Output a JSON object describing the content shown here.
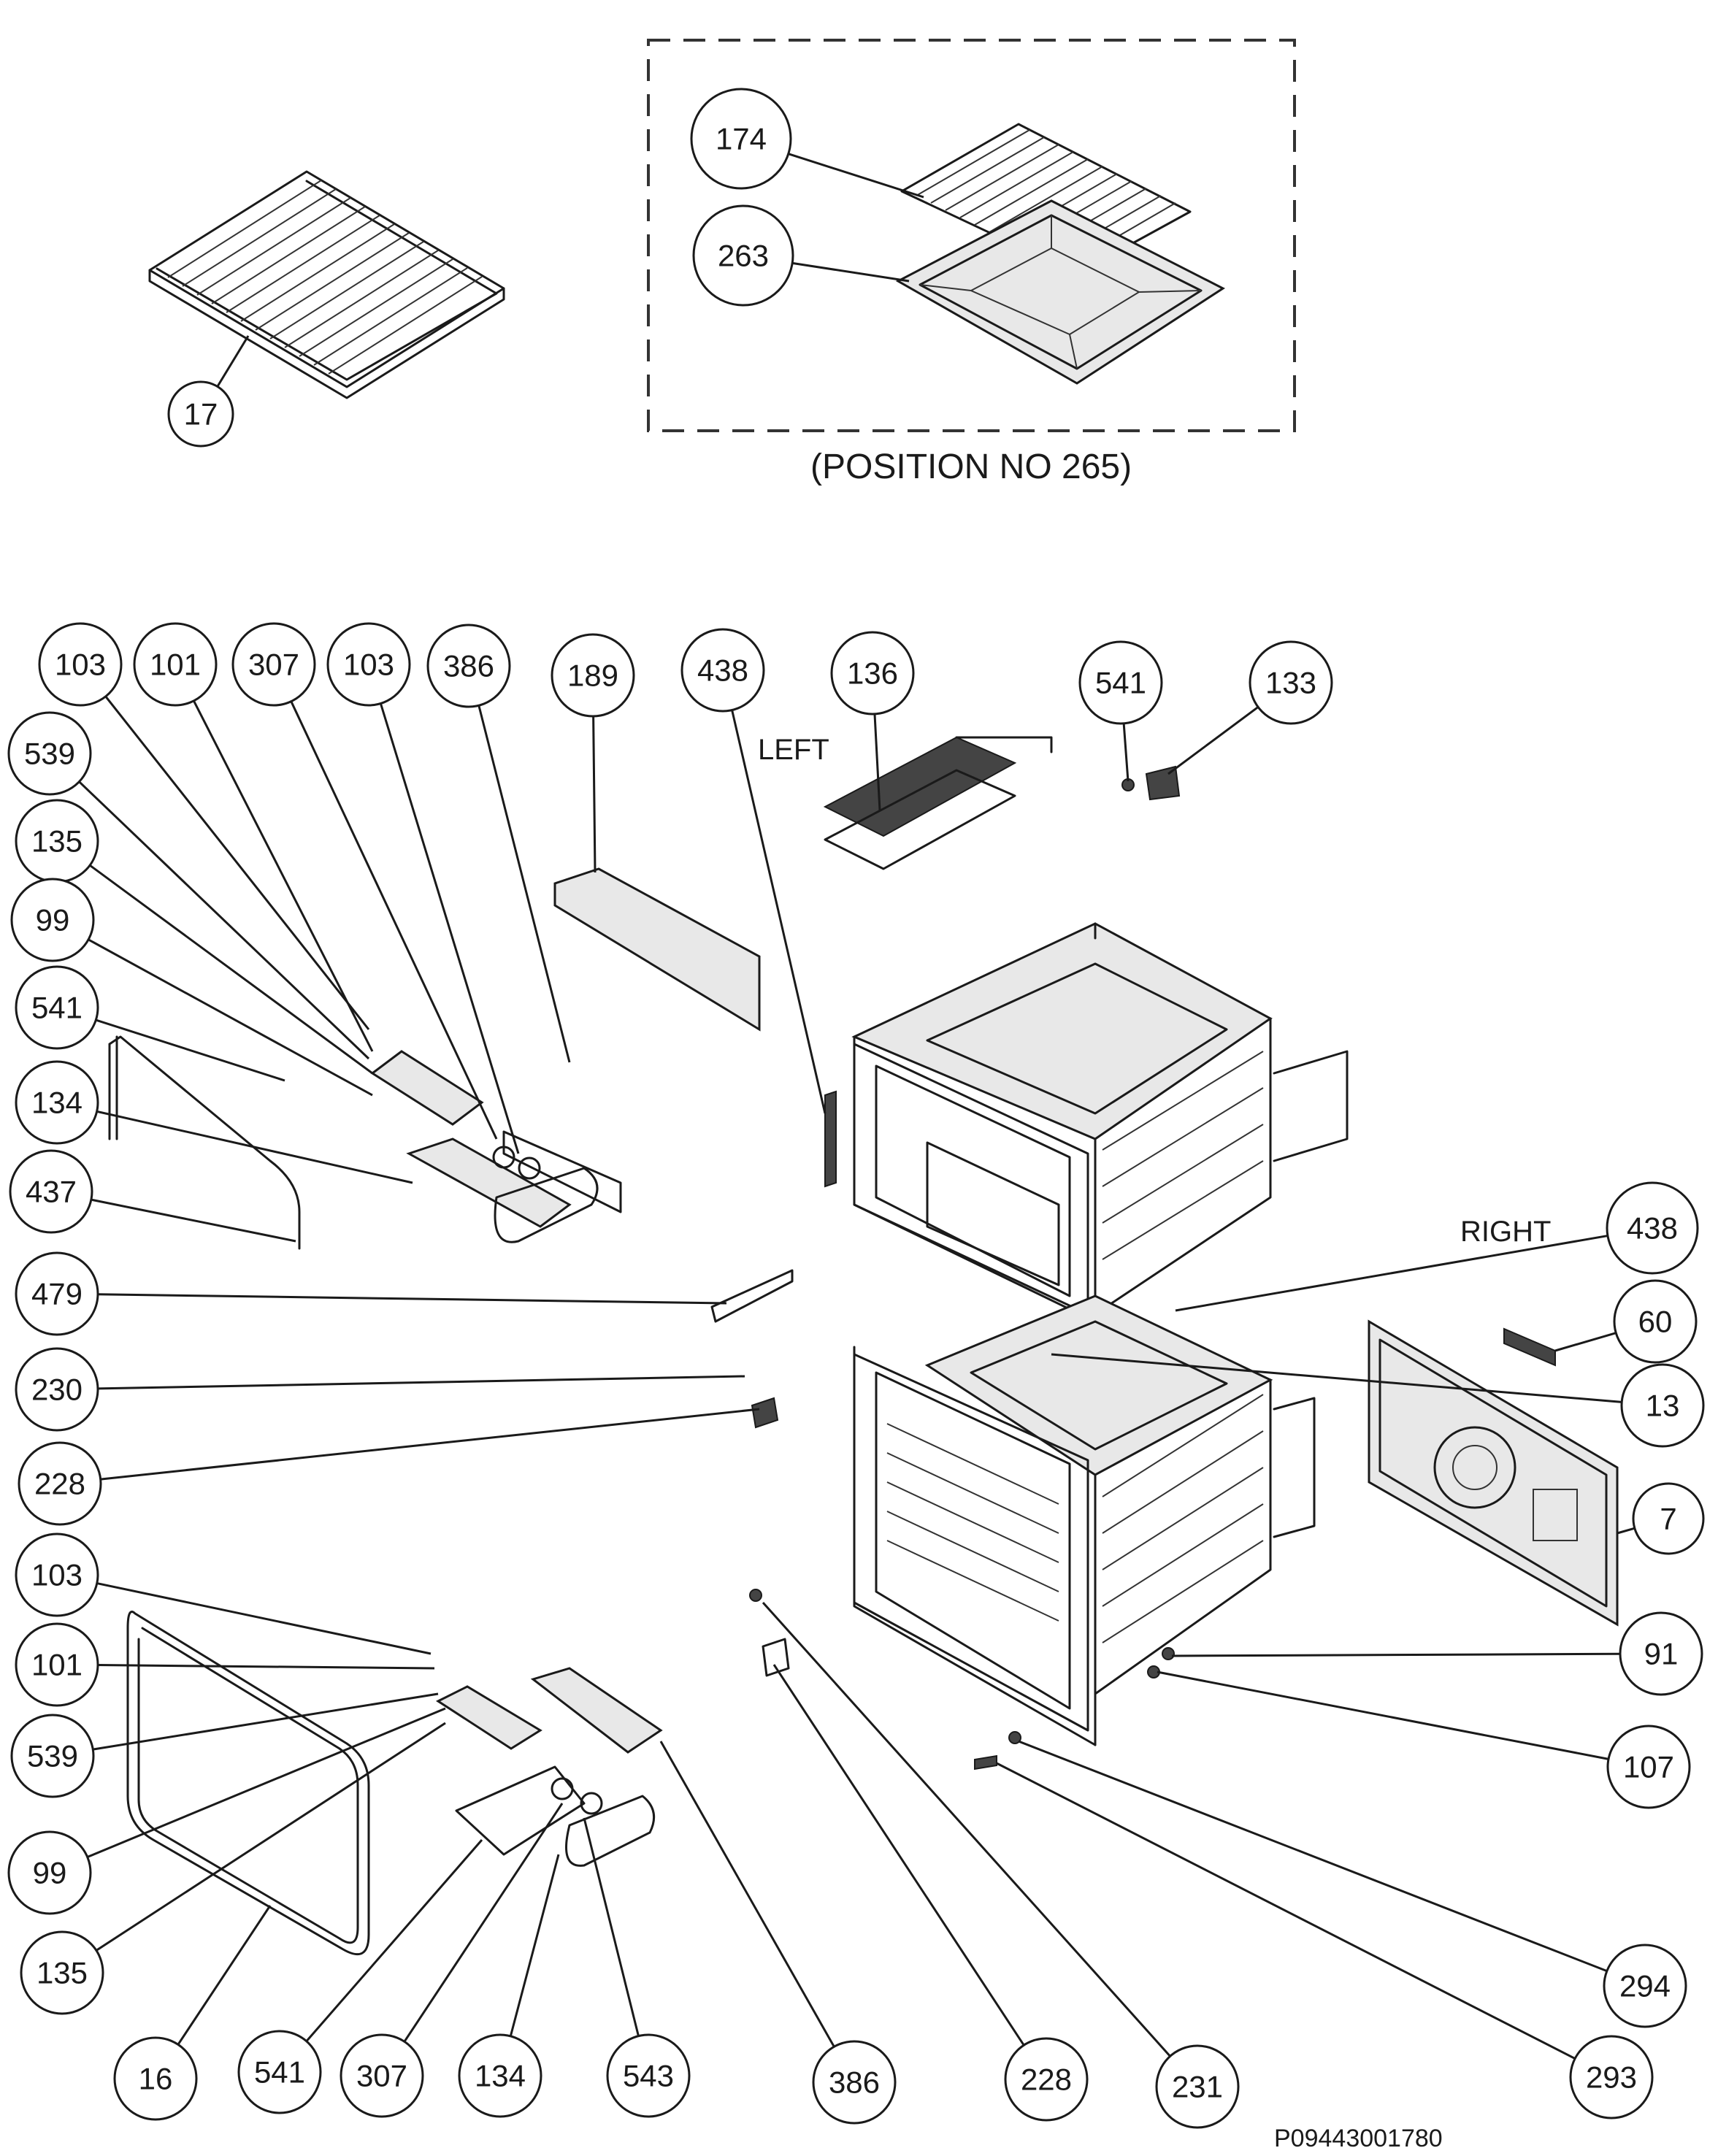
{
  "diagram": {
    "group_caption": "(POSITION NO 265)",
    "label_left": "LEFT",
    "label_right": "RIGHT",
    "drawing_number": "P09443001780",
    "balloons": [
      {
        "id": "17",
        "label": "17"
      },
      {
        "id": "174",
        "label": "174"
      },
      {
        "id": "263",
        "label": "263"
      },
      {
        "id": "103-a",
        "label": "103"
      },
      {
        "id": "101-a",
        "label": "101"
      },
      {
        "id": "307-a",
        "label": "307"
      },
      {
        "id": "103-b",
        "label": "103"
      },
      {
        "id": "386-a",
        "label": "386"
      },
      {
        "id": "189",
        "label": "189"
      },
      {
        "id": "438-a",
        "label": "438"
      },
      {
        "id": "136",
        "label": "136"
      },
      {
        "id": "541-a",
        "label": "541"
      },
      {
        "id": "133",
        "label": "133"
      },
      {
        "id": "539-a",
        "label": "539"
      },
      {
        "id": "135-a",
        "label": "135"
      },
      {
        "id": "99-a",
        "label": "99"
      },
      {
        "id": "541-b",
        "label": "541"
      },
      {
        "id": "134-a",
        "label": "134"
      },
      {
        "id": "437",
        "label": "437"
      },
      {
        "id": "479",
        "label": "479"
      },
      {
        "id": "230",
        "label": "230"
      },
      {
        "id": "228-a",
        "label": "228"
      },
      {
        "id": "103-c",
        "label": "103"
      },
      {
        "id": "101-b",
        "label": "101"
      },
      {
        "id": "539-b",
        "label": "539"
      },
      {
        "id": "99-b",
        "label": "99"
      },
      {
        "id": "135-b",
        "label": "135"
      },
      {
        "id": "16",
        "label": "16"
      },
      {
        "id": "541-c",
        "label": "541"
      },
      {
        "id": "307-b",
        "label": "307"
      },
      {
        "id": "134-b",
        "label": "134"
      },
      {
        "id": "543",
        "label": "543"
      },
      {
        "id": "386-b",
        "label": "386"
      },
      {
        "id": "228-b",
        "label": "228"
      },
      {
        "id": "231",
        "label": "231"
      },
      {
        "id": "293",
        "label": "293"
      },
      {
        "id": "294",
        "label": "294"
      },
      {
        "id": "107",
        "label": "107"
      },
      {
        "id": "91",
        "label": "91"
      },
      {
        "id": "7",
        "label": "7"
      },
      {
        "id": "13",
        "label": "13"
      },
      {
        "id": "60",
        "label": "60"
      },
      {
        "id": "438-b",
        "label": "438"
      }
    ]
  }
}
